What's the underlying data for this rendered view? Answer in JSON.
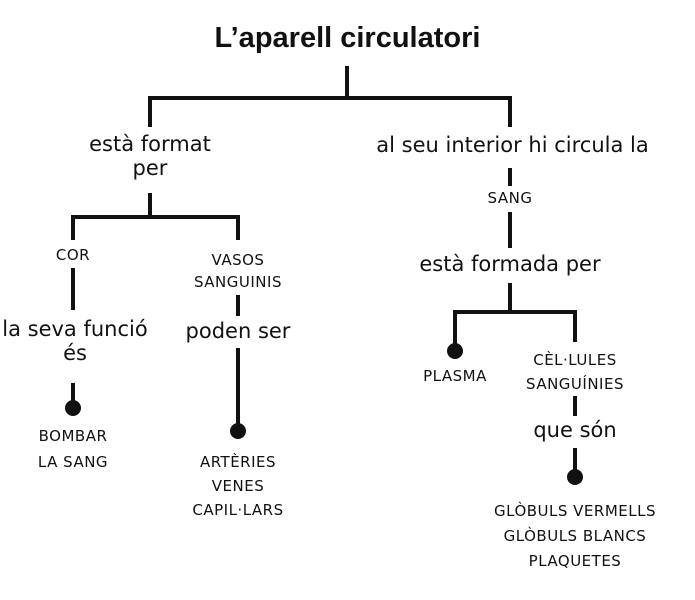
{
  "title": "L’aparell circulatori",
  "left": {
    "connector_1": "està format",
    "connector_2": "per",
    "cor": {
      "label": "COR",
      "connector_1": "la seva funció",
      "connector_2": "és",
      "items": [
        "BOMBAR",
        "LA SANG"
      ]
    },
    "vasos": {
      "label_1": "VASOS",
      "label_2": "SANGUINIS",
      "connector": "poden ser",
      "items": [
        "ARTÈRIES",
        "VENES",
        "CAPIL·LARS"
      ]
    }
  },
  "right": {
    "connector": "al seu interior hi circula la",
    "sang": "SANG",
    "connector_2": "està formada per",
    "plasma": "PLASMA",
    "cellules": {
      "label_1": "CÈL·LULES",
      "label_2": "SANGUÍNIES",
      "connector": "que són",
      "items": [
        "GLÒBULS VERMELLS",
        "GLÒBULS BLANCS",
        "PLAQUETES"
      ]
    }
  }
}
